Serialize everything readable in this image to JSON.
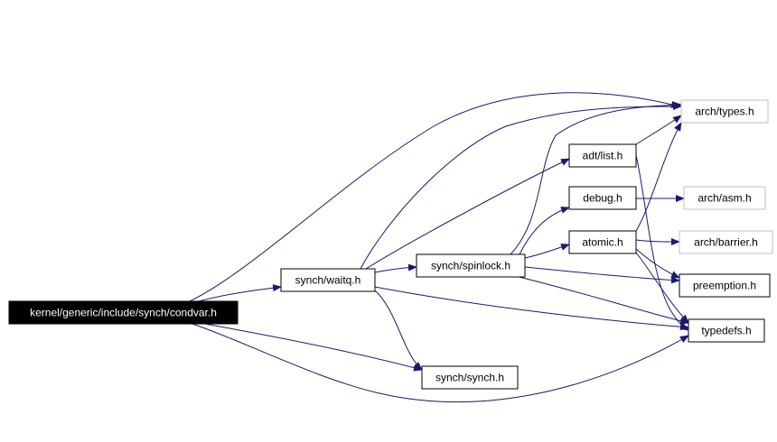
{
  "diagram": {
    "nodes": [
      {
        "id": "condvar",
        "label": "kernel/generic/include/synch/condvar.h",
        "style": "root"
      },
      {
        "id": "waitq",
        "label": "synch/waitq.h",
        "style": "normal"
      },
      {
        "id": "spinlock",
        "label": "synch/spinlock.h",
        "style": "normal"
      },
      {
        "id": "synch",
        "label": "synch/synch.h",
        "style": "normal"
      },
      {
        "id": "list",
        "label": "adt/list.h",
        "style": "normal"
      },
      {
        "id": "debug",
        "label": "debug.h",
        "style": "normal"
      },
      {
        "id": "atomic",
        "label": "atomic.h",
        "style": "normal"
      },
      {
        "id": "types",
        "label": "arch/types.h",
        "style": "external"
      },
      {
        "id": "asm",
        "label": "arch/asm.h",
        "style": "external"
      },
      {
        "id": "barrier",
        "label": "arch/barrier.h",
        "style": "external"
      },
      {
        "id": "preemption",
        "label": "preemption.h",
        "style": "normal"
      },
      {
        "id": "typedefs",
        "label": "typedefs.h",
        "style": "normal"
      }
    ],
    "edges": [
      {
        "from": "condvar",
        "to": "types"
      },
      {
        "from": "condvar",
        "to": "waitq"
      },
      {
        "from": "condvar",
        "to": "synch"
      },
      {
        "from": "condvar",
        "to": "typedefs"
      },
      {
        "from": "waitq",
        "to": "types"
      },
      {
        "from": "waitq",
        "to": "spinlock"
      },
      {
        "from": "waitq",
        "to": "synch"
      },
      {
        "from": "waitq",
        "to": "list"
      },
      {
        "from": "waitq",
        "to": "typedefs"
      },
      {
        "from": "spinlock",
        "to": "types"
      },
      {
        "from": "spinlock",
        "to": "debug"
      },
      {
        "from": "spinlock",
        "to": "atomic"
      },
      {
        "from": "spinlock",
        "to": "preemption"
      },
      {
        "from": "spinlock",
        "to": "typedefs"
      },
      {
        "from": "list",
        "to": "types"
      },
      {
        "from": "list",
        "to": "typedefs"
      },
      {
        "from": "debug",
        "to": "asm"
      },
      {
        "from": "atomic",
        "to": "types"
      },
      {
        "from": "atomic",
        "to": "barrier"
      },
      {
        "from": "atomic",
        "to": "preemption"
      },
      {
        "from": "atomic",
        "to": "typedefs"
      }
    ],
    "colors": {
      "edge": "#191970",
      "node_border": "#000000",
      "external_border": "#bfbfbf",
      "root_fill": "#000000",
      "root_text": "#ffffff",
      "node_fill": "#ffffff",
      "node_text": "#000000"
    }
  }
}
